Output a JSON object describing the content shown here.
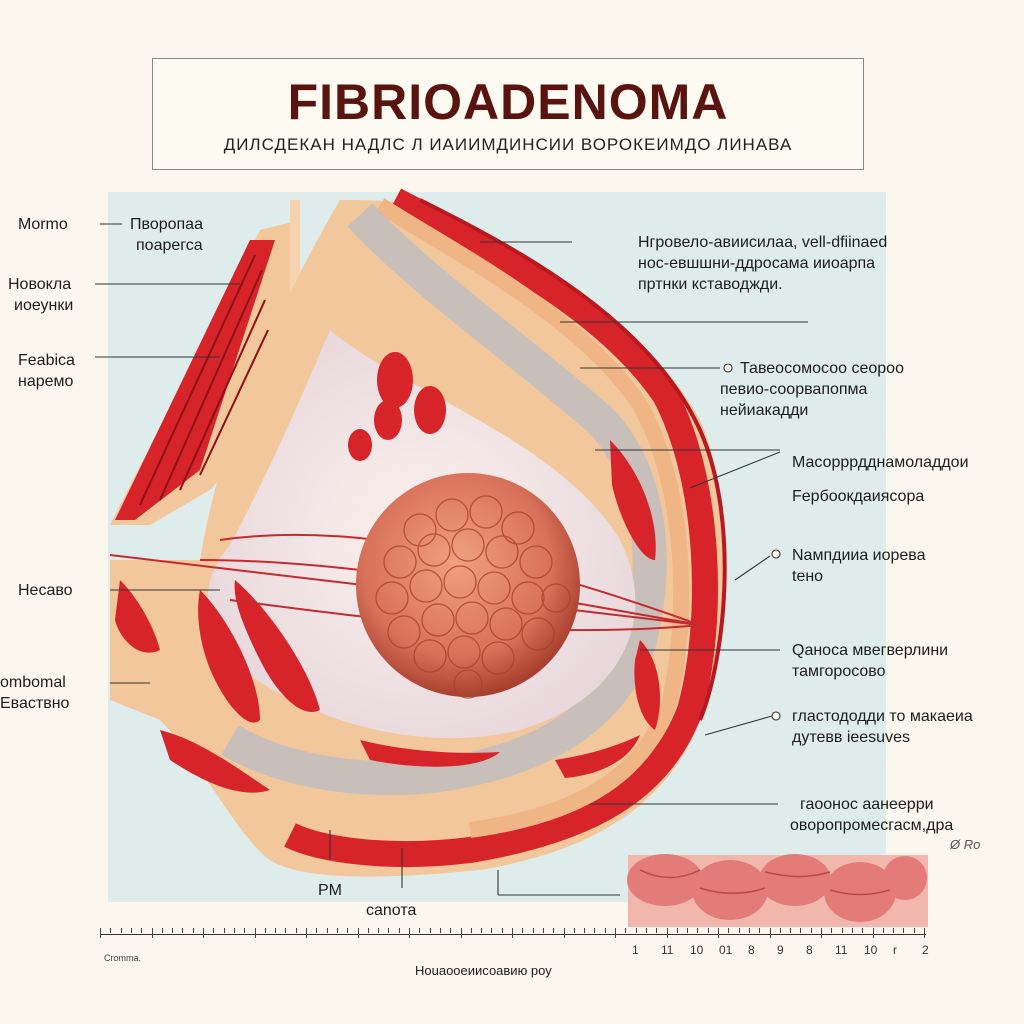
{
  "header": {
    "title": "FIBRIOADENOMA",
    "subtitle": "ДИЛСДЕКАН НАДЛС Л ИАИИМДИНСИИ ВОРОКЕИМДО ЛИНАВА"
  },
  "labels": {
    "left": [
      {
        "line1": "Mormo",
        "line2": ""
      },
      {
        "line1": "Новокла",
        "line2": "иоеунки"
      },
      {
        "line1": "Feabica",
        "line2": "наремо"
      },
      {
        "line1": "Несаво",
        "line2": ""
      },
      {
        "line1": "ombomal",
        "line2": "Еваствно"
      }
    ],
    "inner_left": {
      "line1": "Пворопаа",
      "line2": "поарегса"
    },
    "right": [
      {
        "line1": "Нгровело-авиисилаа, vell-dfiinaed",
        "line2": "нос-евшшни-ддросама ииоарпа",
        "line3": "пртнки кставоджди."
      },
      {
        "line1": "Тавеосомосоо  сеороо",
        "line2": "певио-соорвапопма",
        "line3": "нейиакадди"
      },
      {
        "line1": "Масорррдднамоладдои",
        "line2": "",
        "line3": ""
      },
      {
        "line1": "Fербоокдаиясора",
        "line2": "",
        "line3": ""
      },
      {
        "line1": "Nампдииа иорева",
        "line2": "tено",
        "line3": ""
      },
      {
        "line1": "Qаноса мвегверлини",
        "line2": "тамгоросово",
        "line3": ""
      },
      {
        "line1": "гластододди то макаеиа",
        "line2": "дутевв ieesuves",
        "line3": ""
      },
      {
        "line1": "гаоонос аанеерри",
        "line2": "оворопромесгасм,дра",
        "line3": ""
      }
    ],
    "bottom": [
      {
        "text": "PM"
      },
      {
        "text": "саnота"
      }
    ],
    "signature": "Ø Ro",
    "footer_left": "Cromma.",
    "footer_center": "Ноuaoоeиисоавию роу"
  },
  "scale": {
    "ticks": [
      "1",
      "11",
      "10",
      "01",
      "8",
      "9",
      "8",
      "11",
      "10",
      "r",
      "2"
    ]
  },
  "colors": {
    "background": "#fbf7ee",
    "panel": "#dfecec",
    "muscle": "#d6242a",
    "tissue": "#f3c89b",
    "tumor": "#d8715a",
    "title": "#5a1410"
  }
}
